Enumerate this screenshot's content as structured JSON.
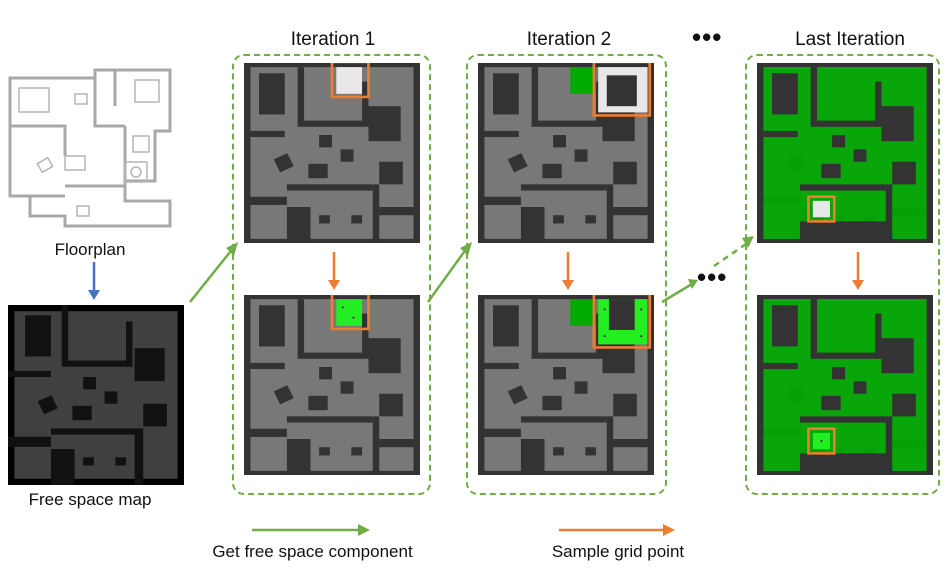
{
  "left": {
    "floorplan_label": "Floorplan",
    "free_space_label": "Free space map"
  },
  "columns": [
    {
      "title": "Iteration 1"
    },
    {
      "title": "Iteration 2"
    },
    {
      "title": "Last Iteration"
    }
  ],
  "ellipsis_top": "•••",
  "ellipsis_mid": "•••",
  "legend": {
    "green_arrow_label": "Get free space component",
    "orange_arrow_label": "Sample grid point"
  },
  "colors": {
    "green_arrow": "#70ad47",
    "orange_arrow": "#ed7d31",
    "blue_arrow": "#4472c4",
    "component_green": "#00aa00",
    "current_component_green": "#22ee22",
    "free_space": "#787878",
    "wall": "#333333"
  }
}
